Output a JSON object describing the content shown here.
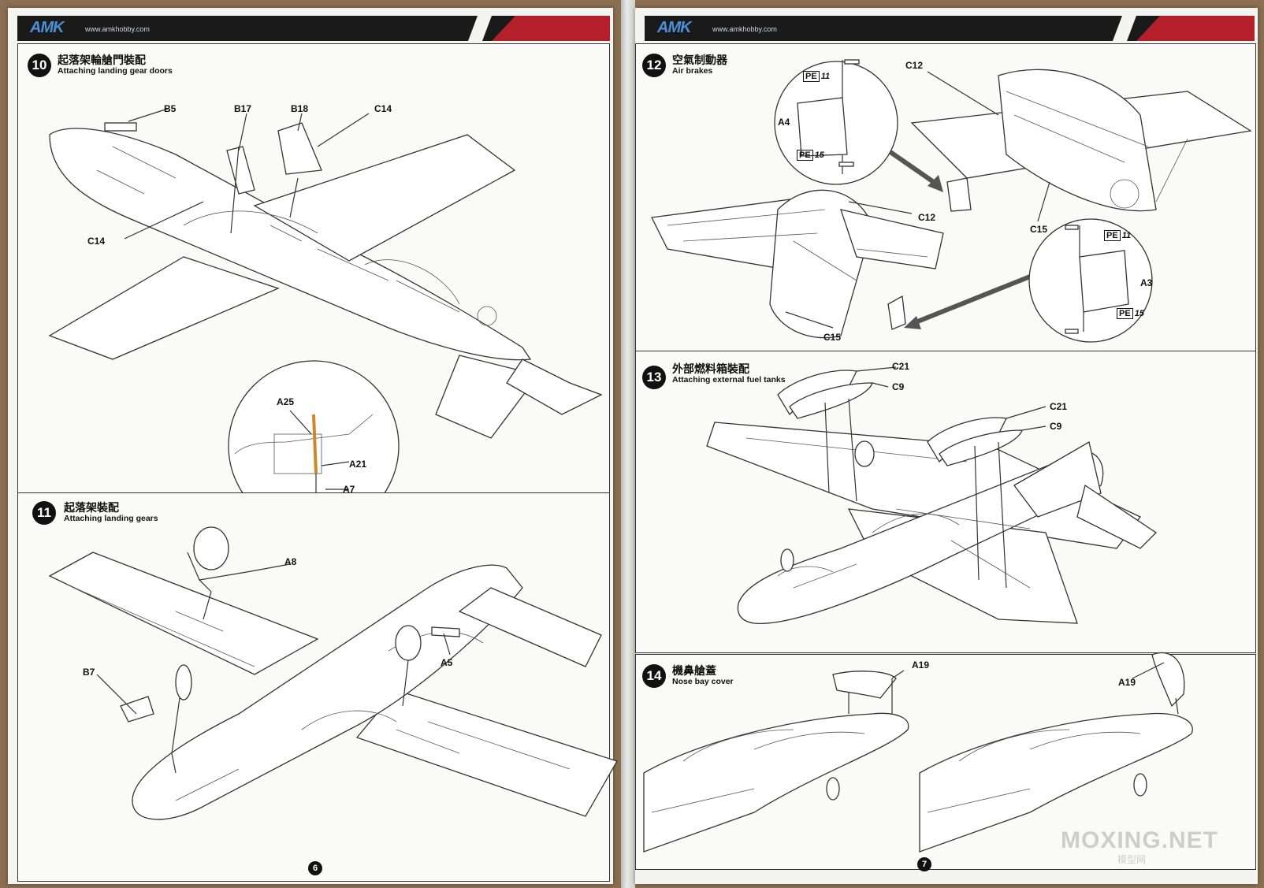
{
  "brand": {
    "logo": "AMK",
    "url": "www.amkhobby.com"
  },
  "left_page": {
    "page_number": "6",
    "step10": {
      "num": "10",
      "title_cn": "起落架輪艙門裝配",
      "title_en": "Attaching landing gear doors",
      "parts": [
        "B5",
        "B17",
        "B18",
        "C14",
        "C14"
      ],
      "detail_parts": [
        "A25",
        "A21",
        "A7"
      ]
    },
    "step11": {
      "num": "11",
      "title_cn": "起落架裝配",
      "title_en": "Attaching landing gears",
      "parts": [
        "A8",
        "A5",
        "B7"
      ]
    }
  },
  "right_page": {
    "page_number": "7",
    "step12": {
      "num": "12",
      "title_cn": "空氣制動器",
      "title_en": "Air brakes",
      "parts": [
        "C12",
        "C12",
        "C15",
        "C15",
        "A4",
        "A3"
      ],
      "pe_left": [
        {
          "box": "PE",
          "num": "11"
        },
        {
          "box": "PE",
          "num": "15"
        }
      ],
      "pe_right": [
        {
          "box": "PE",
          "num": "11"
        },
        {
          "box": "PE",
          "num": "15"
        }
      ]
    },
    "step13": {
      "num": "13",
      "title_cn": "外部燃料箱裝配",
      "title_en": "Attaching external fuel tanks",
      "parts": [
        "C21",
        "C9",
        "C21",
        "C9"
      ]
    },
    "step14": {
      "num": "14",
      "title_cn": "機鼻艙蓋",
      "title_en": "Nose bay cover",
      "parts": [
        "A19",
        "A19"
      ]
    }
  },
  "watermark": {
    "text": "MOXING.NET",
    "sub": "模型网"
  },
  "colors": {
    "header": "#1a1a1a",
    "accent_red": "#b3202a",
    "logo_blue": "#4d8fd6"
  }
}
